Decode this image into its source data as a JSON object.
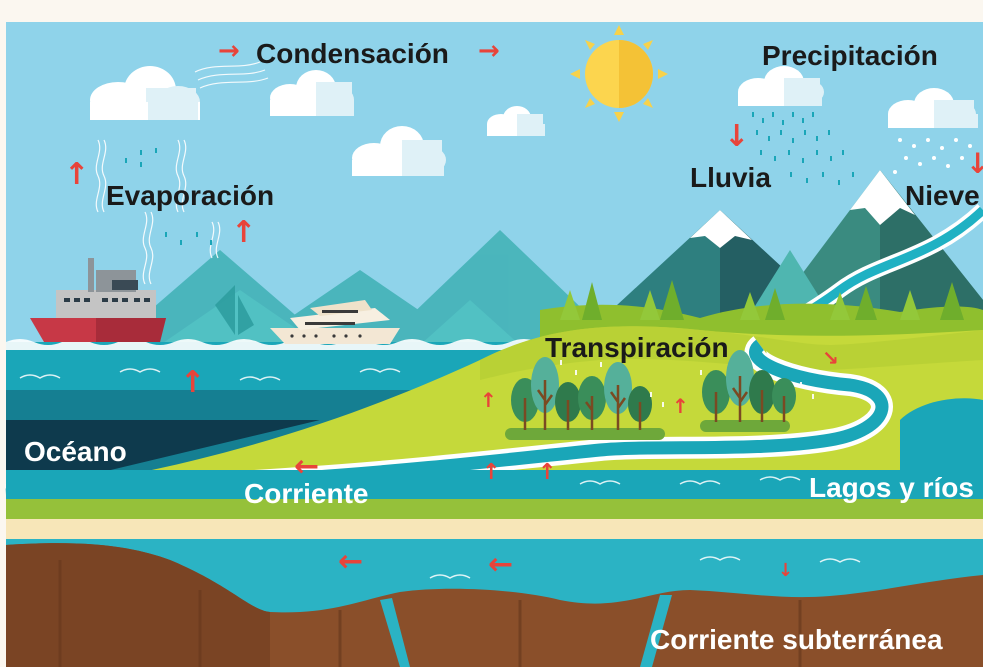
{
  "labels": {
    "condensacion": "Condensación",
    "precipitacion": "Precipitación",
    "evaporacion": "Evaporación",
    "lluvia": "Lluvia",
    "nieve": "Nieve",
    "transpiracion": "Transpiración",
    "oceano": "Océano",
    "corriente": "Corriente",
    "lagos_rios": "Lagos y ríos",
    "corriente_subterranea": "Corriente subterránea"
  },
  "colors": {
    "sky": "#8fd3ea",
    "ocean": "#1aa6b8",
    "deep_ocean": "#0e4d63",
    "land": "#c5d93a",
    "arrow": "#e8443a",
    "soil": "#8a4f2a",
    "groundwater": "#2bb3c4",
    "sun": "#fcd54e"
  },
  "icons": [
    "sun-icon",
    "cloud-icon",
    "rain-cloud-icon",
    "snow-cloud-icon",
    "ship-icon",
    "yacht-icon",
    "tree-icon",
    "mountain-icon",
    "arrow-icon",
    "wave-icon"
  ]
}
